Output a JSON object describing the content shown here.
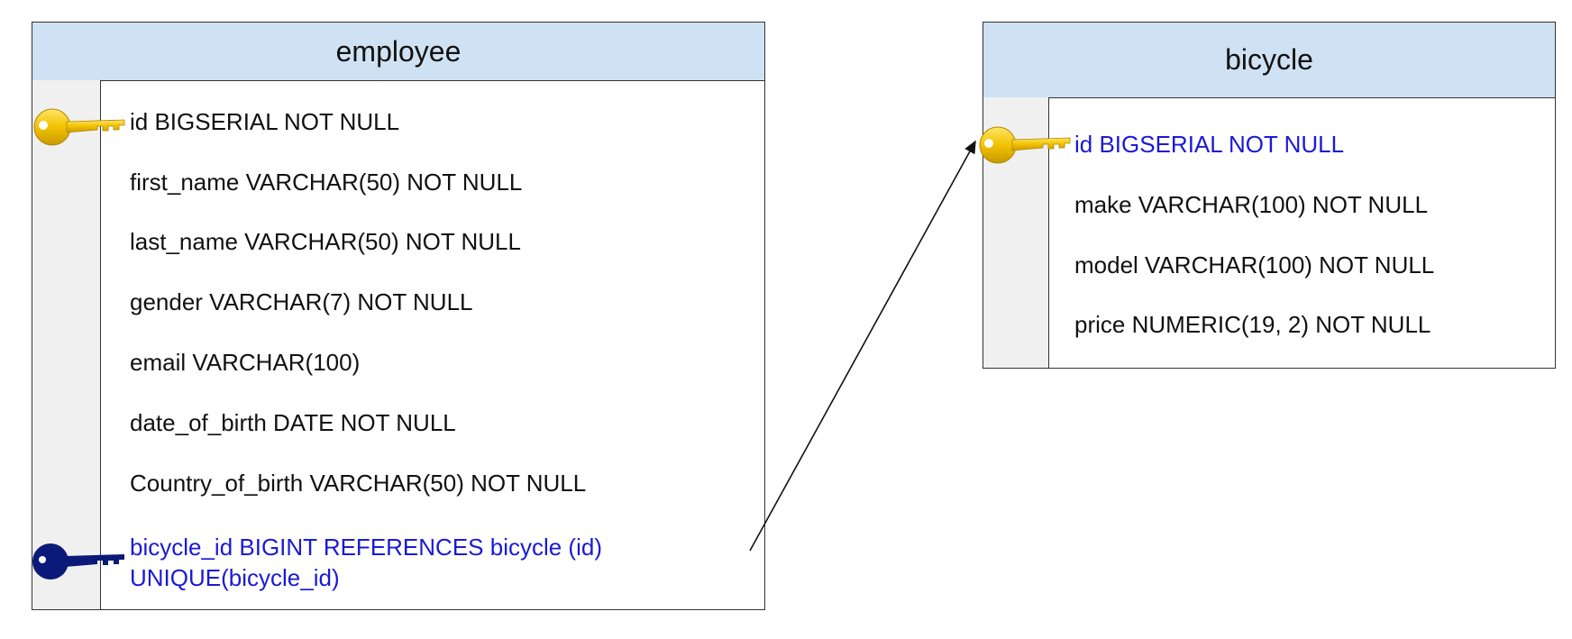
{
  "employee": {
    "title": "employee",
    "columns": [
      "id BIGSERIAL NOT NULL",
      "first_name VARCHAR(50) NOT NULL",
      "last_name VARCHAR(50) NOT NULL",
      "gender VARCHAR(7) NOT NULL",
      "email VARCHAR(100)",
      "date_of_birth DATE NOT NULL",
      "Country_of_birth VARCHAR(50) NOT NULL"
    ],
    "foreign_key_line1": "bicycle_id BIGINT REFERENCES bicycle (id)",
    "foreign_key_line2": "UNIQUE(bicycle_id)"
  },
  "bicycle": {
    "title": "bicycle",
    "columns": [
      "id BIGSERIAL NOT NULL",
      "make VARCHAR(100) NOT NULL",
      "model VARCHAR(100) NOT NULL",
      "price NUMERIC(19, 2) NOT NULL"
    ]
  },
  "colors": {
    "header_fill": "#cfe2f3",
    "link_text": "#1a1ad6",
    "primary_key": "#f2c200",
    "foreign_key": "#0b1a78"
  },
  "icons": {
    "primary_key": "key-icon",
    "foreign_key": "key-icon"
  }
}
